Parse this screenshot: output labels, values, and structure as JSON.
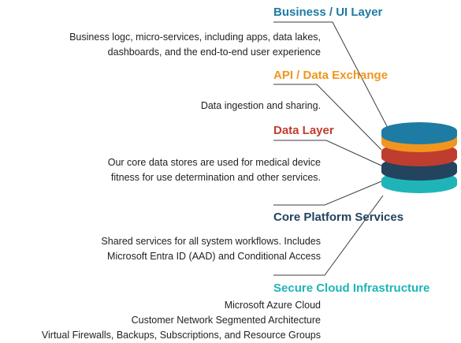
{
  "colors": {
    "business": "#1e7ba3",
    "api": "#f0961f",
    "data": "#bf3d2e",
    "core": "#23435f",
    "secure": "#1fb5b8",
    "line": "#3d3d3d",
    "text": "#222222"
  },
  "layers": [
    {
      "key": "business",
      "title": "Business / UI Layer",
      "lines": [
        "Business logc, micro-services, including apps, data lakes,",
        "dashboards, and the end-to-end user experience"
      ]
    },
    {
      "key": "api",
      "title": "API / Data Exchange",
      "lines": [
        "Data ingestion and sharing."
      ]
    },
    {
      "key": "data",
      "title": "Data Layer",
      "lines": [
        "Our core data stores are used for medical device",
        "fitness for use determination and other services."
      ]
    },
    {
      "key": "core",
      "title": "Core Platform Services",
      "lines": [
        "Shared services for all system workflows. Includes",
        "Microsoft Entra ID (AAD) and Conditional Access"
      ]
    },
    {
      "key": "secure",
      "title": "Secure Cloud Infrastructure",
      "lines": [
        "Microsoft Azure Cloud",
        "Customer Network Segmented Architecture",
        "Virtual Firewalls, Backups, Subscriptions, and Resource Groups"
      ]
    }
  ]
}
